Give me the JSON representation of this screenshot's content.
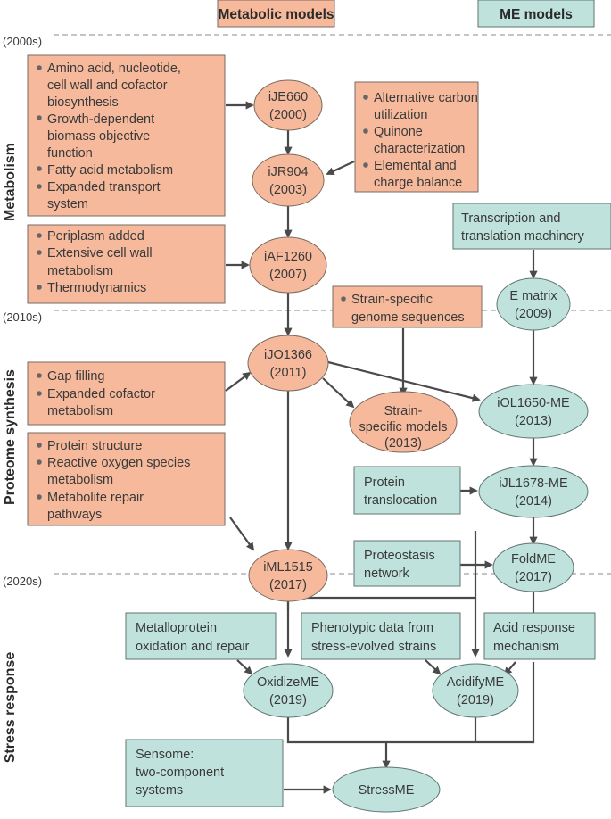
{
  "headers": {
    "metabolic": "Metabolic models",
    "me": "ME models"
  },
  "eras": [
    "(2000s)",
    "(2010s)",
    "(2020s)"
  ],
  "sections": {
    "metabolism": "Metabolism",
    "proteome": "Proteome synthesis",
    "stress": "Stress response"
  },
  "boxes": {
    "box1": [
      "Amino acid, nucleotide,",
      "cell wall and cofactor",
      "biosynthesis",
      "Growth-dependent",
      "biomass objective",
      "function",
      "Fatty acid metabolism",
      "Expanded transport",
      "system"
    ],
    "box2": [
      "Alternative carbon",
      "utilization",
      "Quinone",
      "characterization",
      "Elemental and",
      "charge balance"
    ],
    "box3": [
      "Periplasm added",
      "Extensive cell wall",
      "metabolism",
      "Thermodynamics"
    ],
    "box4": [
      "Strain-specific",
      "genome sequences"
    ],
    "box5": [
      "Gap filling",
      "Expanded cofactor",
      "metabolism"
    ],
    "box6": [
      "Protein structure",
      "Reactive oxygen species",
      "metabolism",
      "Metabolite repair",
      "pathways"
    ],
    "g_trans": [
      "Transcription and",
      "translation machinery"
    ],
    "g_transloc": [
      "Protein",
      "translocation"
    ],
    "g_proteo": [
      "Proteostasis",
      "network"
    ],
    "g_metallo": [
      "Metalloprotein",
      "oxidation and repair"
    ],
    "g_pheno": [
      "Phenotypic data from",
      "stress-evolved strains"
    ],
    "g_acid": [
      "Acid response",
      "mechanism"
    ],
    "g_sensome": [
      "Sensome:",
      "two-component",
      "systems"
    ]
  },
  "nodes": {
    "ije660": [
      "iJE660",
      "(2000)"
    ],
    "ijr904": [
      "iJR904",
      "(2003)"
    ],
    "iaf1260": [
      "iAF1260",
      "(2007)"
    ],
    "ematrix": [
      "E matrix",
      "(2009)"
    ],
    "ijo1366": [
      "iJO1366",
      "(2011)"
    ],
    "strain": [
      "Strain-",
      "specific models",
      "(2013)"
    ],
    "iol1650": [
      "iOL1650-ME",
      "(2013)"
    ],
    "ijl1678": [
      "iJL1678-ME",
      "(2014)"
    ],
    "iml1515": [
      "iML1515",
      "(2017)"
    ],
    "foldme": [
      "FoldME",
      "(2017)"
    ],
    "oxidizeme": [
      "OxidizeME",
      "(2019)"
    ],
    "acidifyme": [
      "AcidifyME",
      "(2019)"
    ],
    "stressme": [
      "StressME"
    ]
  },
  "colors": {
    "orange": "#f6b99b",
    "green": "#bfe3dc"
  }
}
